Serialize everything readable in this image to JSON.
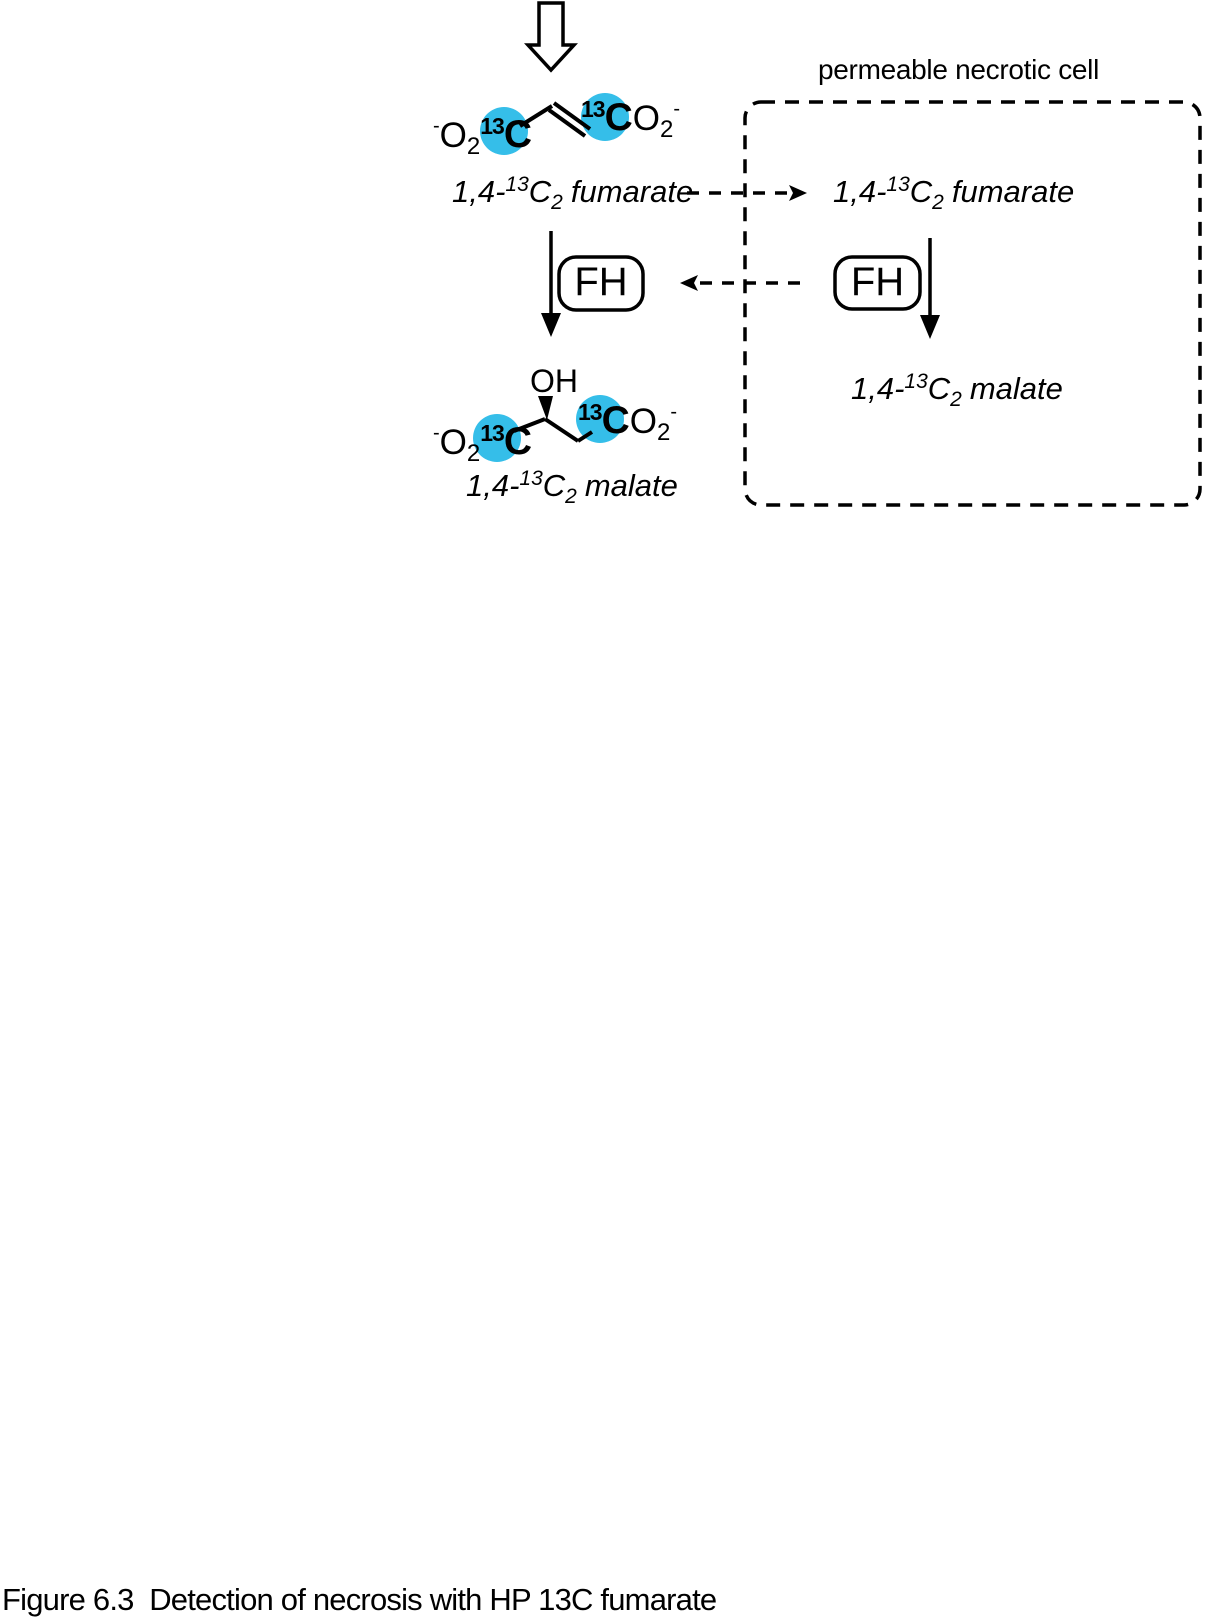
{
  "colors": {
    "isotope_highlight": "#35BEE9",
    "line": "#000000"
  },
  "cell": {
    "label": "permeable necrotic cell"
  },
  "enzyme": {
    "label": "FH"
  },
  "structures": {
    "fumarate": {
      "left_charge": "-",
      "left_o": "O",
      "left_o_sub": "2",
      "left_iso": "13",
      "left_c": "C",
      "right_iso": "13",
      "right_c": "C",
      "right_o": "O",
      "right_o_sub": "2",
      "right_charge": "-"
    },
    "malate": {
      "hydroxyl": "OH",
      "left_charge": "-",
      "left_o": "O",
      "left_o_sub": "2",
      "left_iso": "13",
      "left_c": "C",
      "right_iso": "13",
      "right_c": "C",
      "right_o": "O",
      "right_o_sub": "2",
      "right_charge": "-"
    }
  },
  "labels": {
    "fumarate": {
      "prefix": "1,4-",
      "iso": "13",
      "c": "C",
      "sub": "2",
      "name": "fumarate"
    },
    "malate": {
      "prefix": "1,4-",
      "iso": "13",
      "c": "C",
      "sub": "2",
      "name": "malate"
    }
  },
  "caption": "Figure 6.3  Detection of necrosis with HP 13C fumarate"
}
